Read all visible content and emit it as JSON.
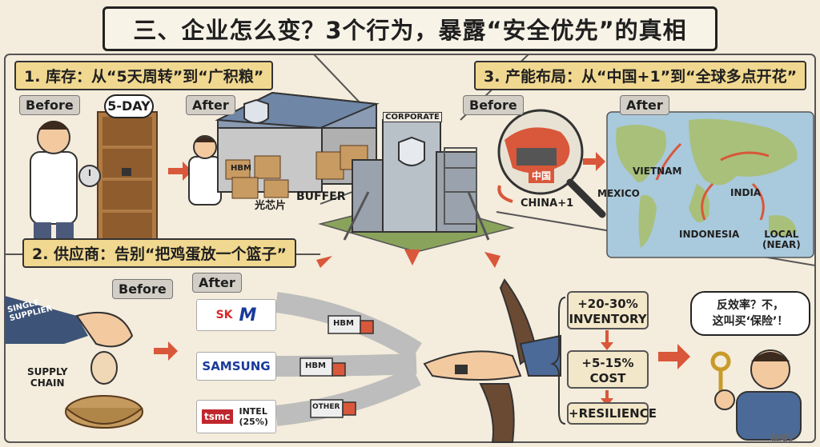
{
  "title": "三、企业怎么变？3个行为，暴露“安全优先”的真相",
  "section1": {
    "label": "1. 库存：从“5天周转”到“广积粮”",
    "before": "Before",
    "after": "After",
    "bubble": "5-DAY",
    "crate_hbm": "HBM",
    "chip_label": "光芯片",
    "buffer": "BUFFER"
  },
  "center": {
    "sign": "CORPORATE"
  },
  "section3": {
    "label": "3. 产能布局：从“中国+1”到“全球多点开花”",
    "before": "Before",
    "after": "After",
    "china_label": "中国",
    "china_plus": "CHINA+1",
    "places": [
      "VIETNAM",
      "MEXICO",
      "INDIA",
      "INDONESIA",
      "LOCAL\n(NEAR)"
    ]
  },
  "section2": {
    "label": "2. 供应商：告别“把鸡蛋放一个篮子”",
    "before": "Before",
    "after": "After",
    "single_supplier": "SINGLE\nSUPPLIER",
    "supply_chain": "SUPPLY\nCHAIN",
    "suppliers": {
      "sk": "SK",
      "samsung": "SAMSUNG",
      "tsmc": "tsmc",
      "intel": "INTEL\n(25%)"
    },
    "trucks": [
      "HBM",
      "HBM",
      "OTHER"
    ]
  },
  "results": {
    "inventory": "+20-30%\nINVENTORY",
    "cost": "+5-15%\nCOST",
    "resilience": "+RESILIENCE"
  },
  "speech": "反效率？不，\n这叫买‘保险’！",
  "watermark": "格隆汇",
  "colors": {
    "arrow": "#d9573a",
    "label_bg": "#f1d890",
    "bg": "#f4ecdc"
  }
}
